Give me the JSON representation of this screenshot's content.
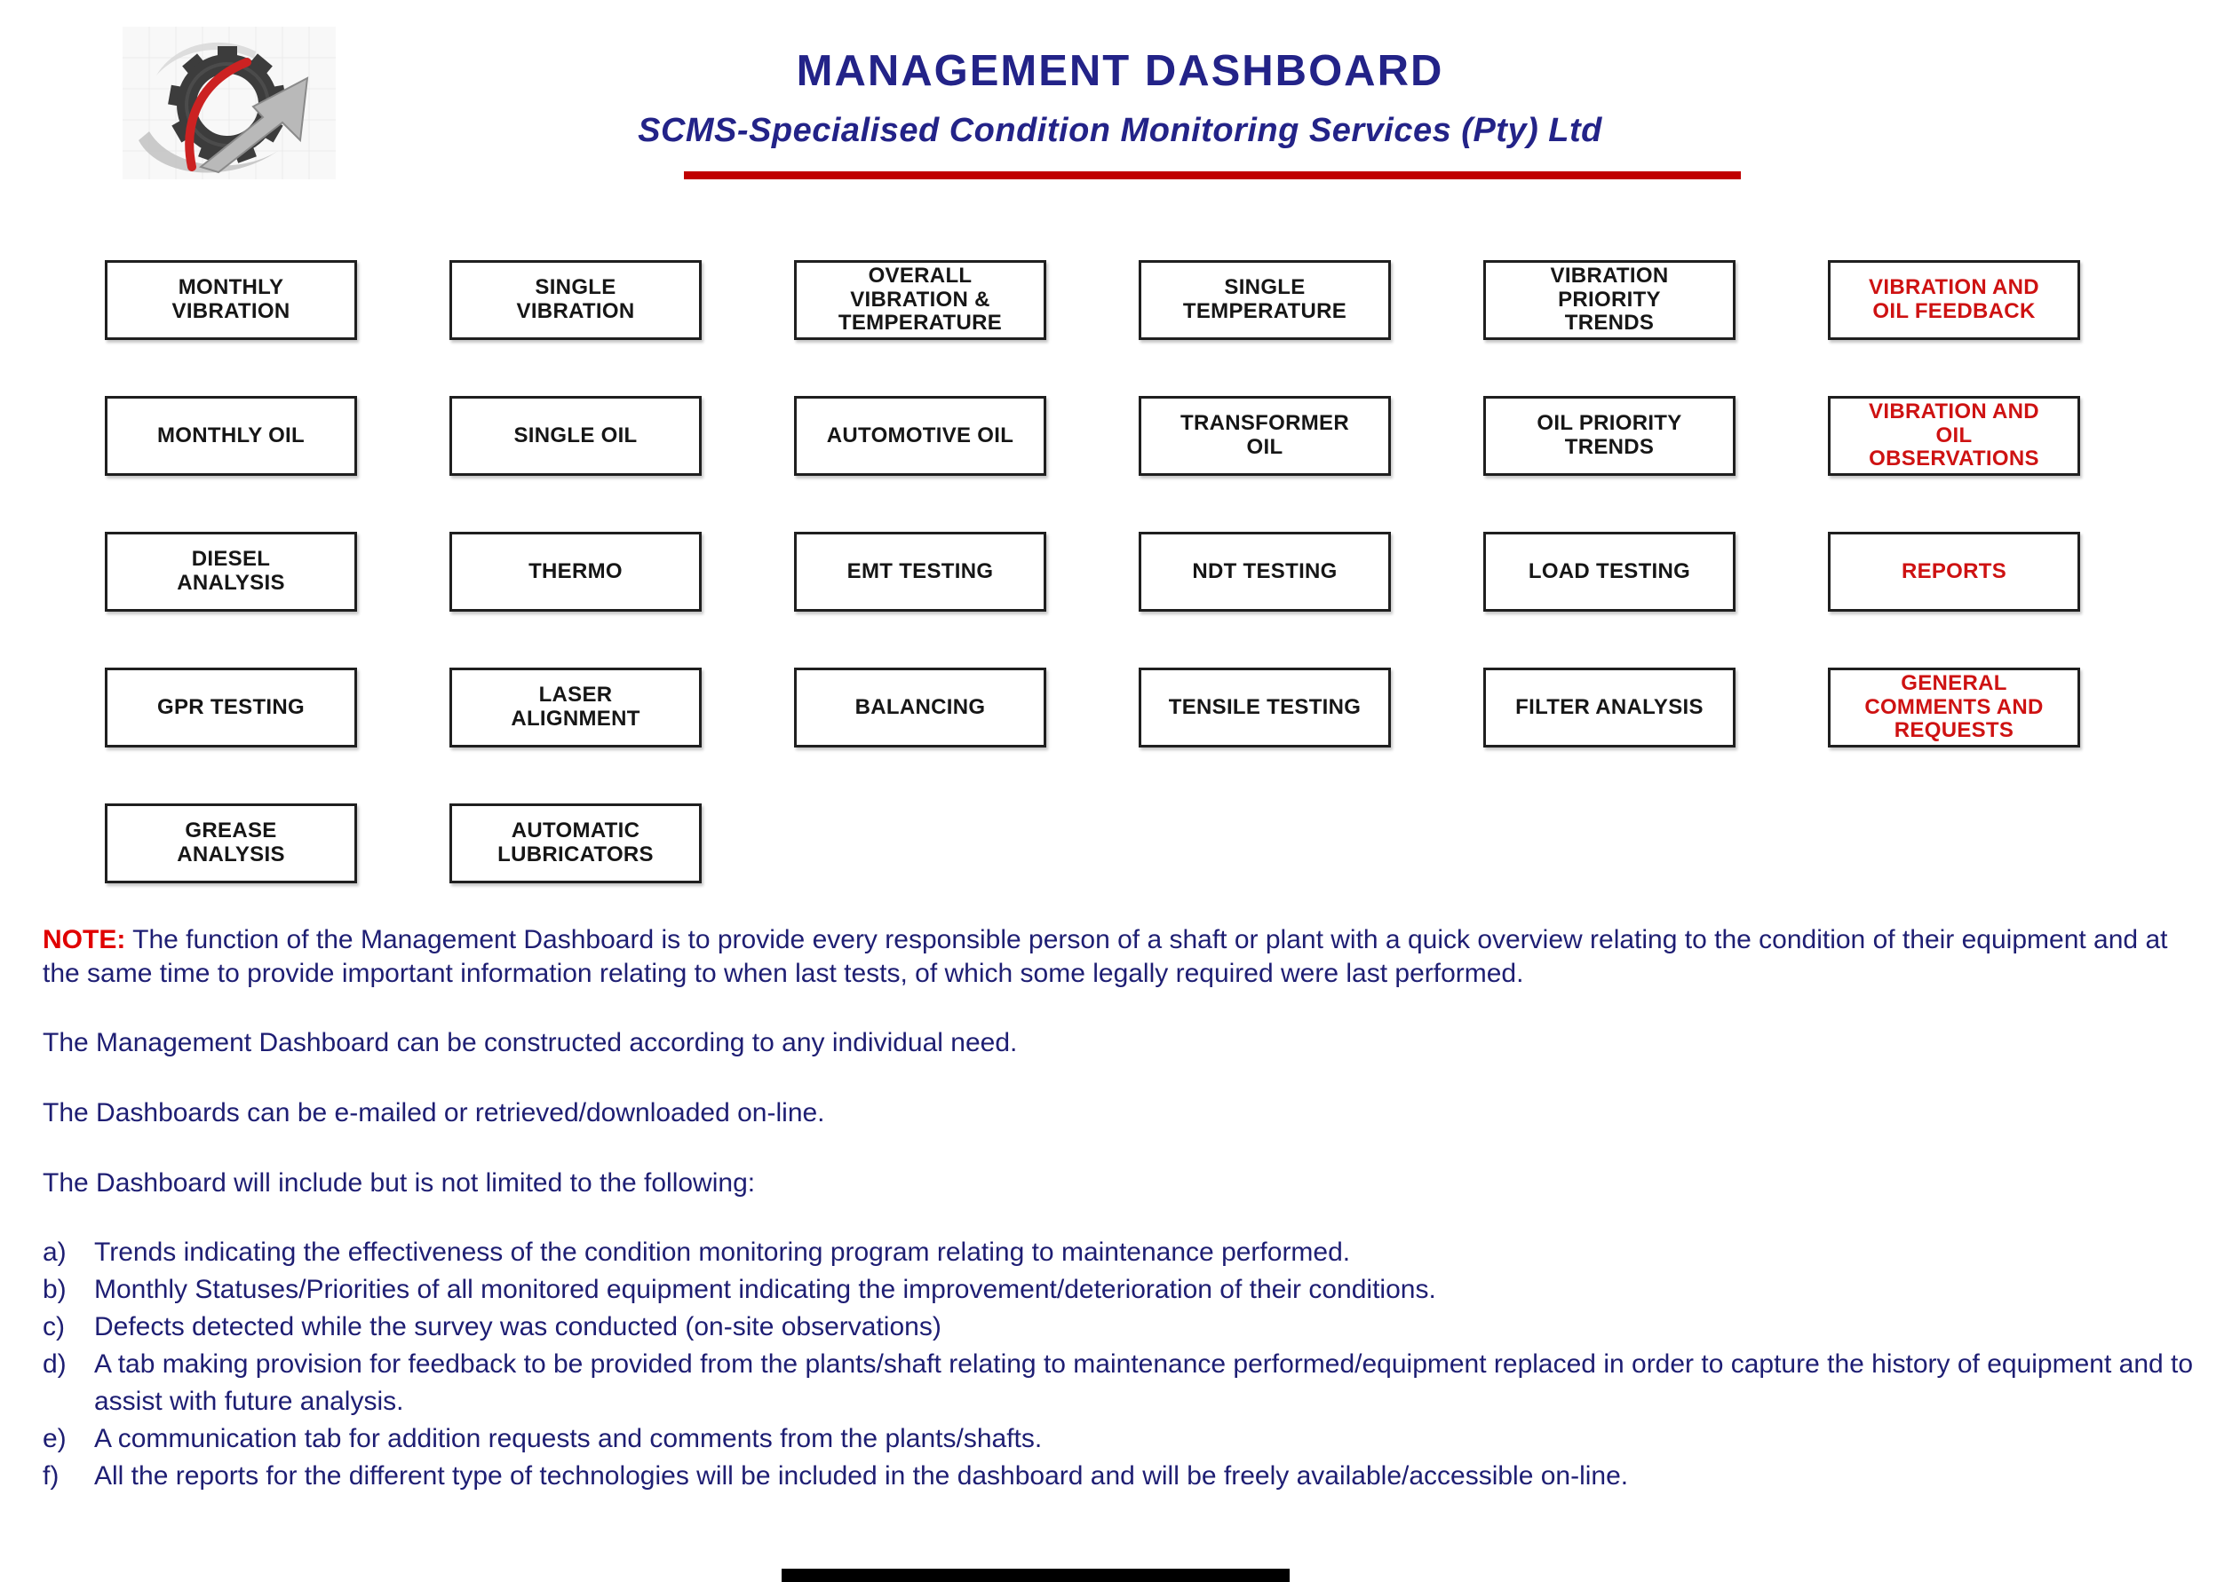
{
  "header": {
    "title": "MANAGEMENT DASHBOARD",
    "subtitle": "SCMS-Specialised Condition Monitoring Services (Pty) Ltd"
  },
  "colors": {
    "navy_heading": "#232388",
    "navy_body": "#1E1E73",
    "red_rule": "#C00000",
    "red_button_text": "#CE1212",
    "red_note_label": "#E00000",
    "button_border": "#1F1F1F"
  },
  "buttons": [
    {
      "label": "MONTHLY\nVIBRATION",
      "variant": "default"
    },
    {
      "label": "SINGLE\nVIBRATION",
      "variant": "default"
    },
    {
      "label": "OVERALL\nVIBRATION &\nTEMPERATURE",
      "variant": "default"
    },
    {
      "label": "SINGLE\nTEMPERATURE",
      "variant": "default"
    },
    {
      "label": "VIBRATION\nPRIORITY\nTRENDS",
      "variant": "default"
    },
    {
      "label": "VIBRATION AND\nOIL FEEDBACK",
      "variant": "accent"
    },
    {
      "label": "MONTHLY OIL",
      "variant": "default"
    },
    {
      "label": "SINGLE OIL",
      "variant": "default"
    },
    {
      "label": "AUTOMOTIVE OIL",
      "variant": "default"
    },
    {
      "label": "TRANSFORMER\nOIL",
      "variant": "default"
    },
    {
      "label": "OIL PRIORITY\nTRENDS",
      "variant": "default"
    },
    {
      "label": "VIBRATION AND\nOIL\nOBSERVATIONS",
      "variant": "accent"
    },
    {
      "label": "DIESEL\nANALYSIS",
      "variant": "default"
    },
    {
      "label": "THERMO",
      "variant": "default"
    },
    {
      "label": "EMT TESTING",
      "variant": "default"
    },
    {
      "label": "NDT TESTING",
      "variant": "default"
    },
    {
      "label": "LOAD TESTING",
      "variant": "default"
    },
    {
      "label": "REPORTS",
      "variant": "accent"
    },
    {
      "label": "GPR TESTING",
      "variant": "default"
    },
    {
      "label": "LASER\nALIGNMENT",
      "variant": "default"
    },
    {
      "label": "BALANCING",
      "variant": "default"
    },
    {
      "label": "TENSILE TESTING",
      "variant": "default"
    },
    {
      "label": "FILTER ANALYSIS",
      "variant": "default"
    },
    {
      "label": "GENERAL\nCOMMENTS AND\nREQUESTS",
      "variant": "accent"
    },
    {
      "label": "GREASE\nANALYSIS",
      "variant": "default"
    },
    {
      "label": "AUTOMATIC\nLUBRICATORS",
      "variant": "default"
    }
  ],
  "notes": {
    "note_label": "NOTE:",
    "note_text": " The function of the Management Dashboard is to provide every responsible person of a shaft or plant with a quick overview relating to the condition of their equipment and at the same time to provide important information relating to when last tests, of which some legally required were last performed.",
    "paragraphs": [
      "The Management Dashboard can be constructed according to any individual need.",
      "The Dashboards can be e-mailed or retrieved/downloaded on-line.",
      "The Dashboard will include but is not limited to the following:"
    ],
    "list": [
      {
        "marker": "a)",
        "text": "Trends indicating the effectiveness of the condition monitoring program relating to maintenance performed."
      },
      {
        "marker": "b)",
        "text": "Monthly Statuses/Priorities of all monitored equipment indicating the improvement/deterioration of their conditions."
      },
      {
        "marker": "c)",
        "text": "Defects detected while the survey was conducted (on-site observations)"
      },
      {
        "marker": "d)",
        "text": "A tab making provision for feedback to be provided from the plants/shaft relating to maintenance performed/equipment replaced in order to capture the history of equipment and to assist with future analysis."
      },
      {
        "marker": "e)",
        "text": "A communication tab for addition requests and comments from the plants/shafts."
      },
      {
        "marker": "f)",
        "text": "All the reports for the different type of technologies will be included in the dashboard and will be freely available/accessible on-line."
      }
    ]
  }
}
